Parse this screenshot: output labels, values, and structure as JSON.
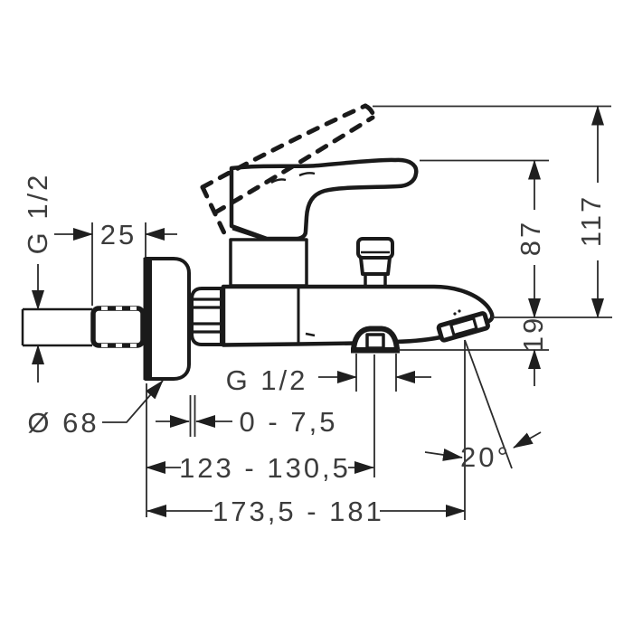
{
  "labels": {
    "wall_thread": "G 1/2",
    "projection": "25",
    "height_open": "117",
    "height_handle": "87",
    "spout_offset": "19",
    "outlet_thread": "G 1/2",
    "escutcheon_dia": "Ø 68",
    "adjust_range": "0 - 7,5",
    "depth_outlet": "123 - 130,5",
    "depth_spray": "173,5 - 181",
    "spray_angle": "20°"
  },
  "colors": {
    "line": "#1a1a1a",
    "dimension": "#2b2b2b",
    "text": "#3c3c3c",
    "background": "#ffffff"
  }
}
